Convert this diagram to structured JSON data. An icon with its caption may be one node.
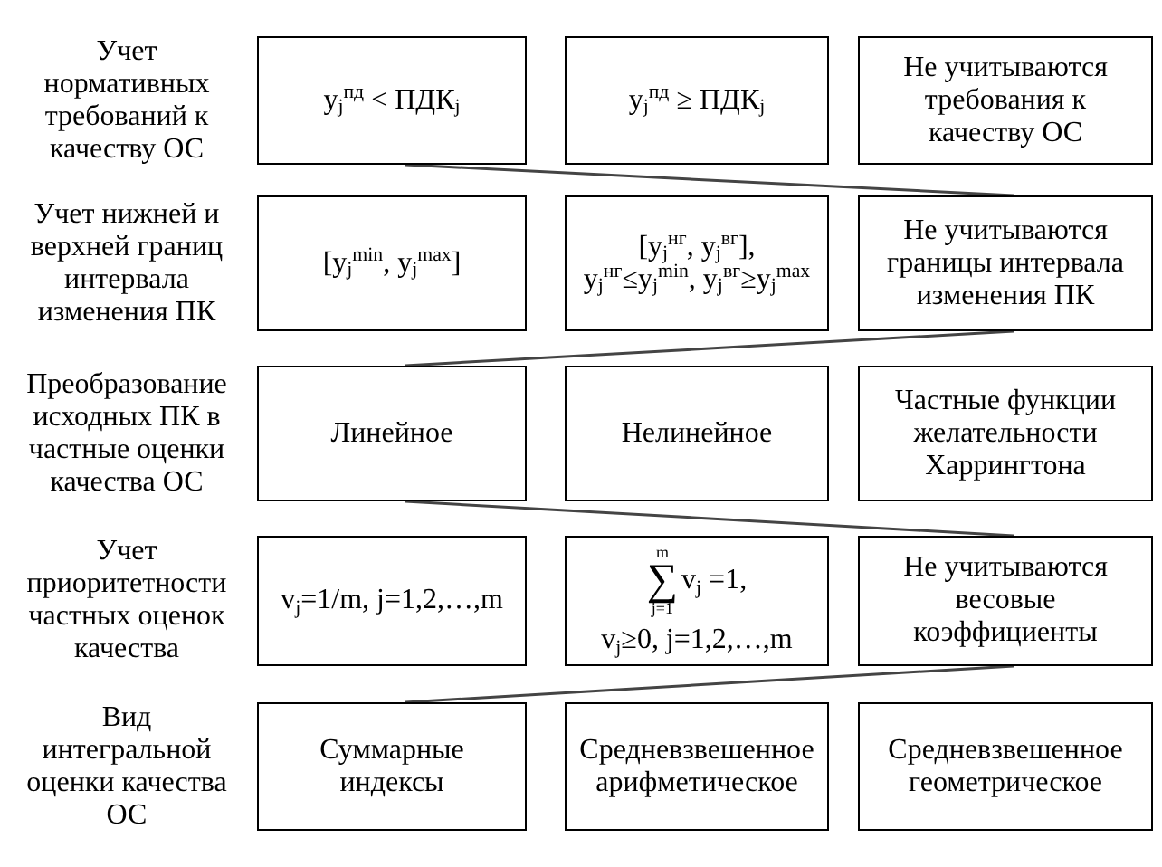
{
  "diagram": {
    "nodes": [
      {
        "text": [
          "y$_{j}$$^{пд}$ < ПДК$_{j}$"
        ]
      },
      {
        "text": [
          "y$_{j}$$^{пд}$ ≥ ПДК$_{j}$"
        ]
      },
      {
        "text": [
          "Не учитываются требования к качеству ОС"
        ]
      },
      {
        "text": [
          "[y$_{j}$$^{min}$, y$_{j}$$^{max}$]"
        ]
      },
      {
        "text": [
          "[y$_{j}$$^{нг}$, y$_{j}$$^{вг}$],",
          "y$_{j}$$^{нг}$≤y$_{j}$$^{min}$, y$_{j}$$^{вг}$≥y$_{j}$$^{max}$"
        ]
      },
      {
        "text": [
          "Не учитываются границы интервала изменения ПК"
        ]
      },
      {
        "text": [
          "Линейное"
        ]
      },
      {
        "text": [
          "Нелинейное"
        ]
      },
      {
        "text": [
          "Частные функции желательности Харрингтона"
        ]
      },
      {
        "text": [
          "v$_{j}$=1/m, j=1,2,…,m"
        ]
      },
      {
        "text": [
          "m",
          "∑",
          "j=1",
          "v$_{j}$ =1,",
          "v$_{j}$≥0, j=1,2,…,m"
        ]
      },
      {
        "text": [
          "Не учитываются весовые коэффициенты"
        ]
      },
      {
        "text": [
          "Суммарные индексы"
        ]
      },
      {
        "text": [
          "Средневзвешенное арифметическое"
        ]
      },
      {
        "text": [
          "Средневзвешенное геометрическое"
        ]
      }
    ],
    "edges": [
      {
        "from": 0,
        "to": 5,
        "arrow": "none"
      },
      {
        "from": 5,
        "to": 6,
        "arrow": "none"
      },
      {
        "from": 6,
        "to": 11,
        "arrow": "none"
      },
      {
        "from": 11,
        "to": 12,
        "arrow": "none"
      }
    ],
    "labels": [
      "Учет нормативных требований к качеству ОС",
      "Учет нижней и верхней границ интервала изменения ПК",
      "Преобразование исходных ПК в частные оценки качества ОС",
      "Учет приоритетности частных оценок качества",
      "Вид интегральной оценки качества ОС"
    ]
  }
}
